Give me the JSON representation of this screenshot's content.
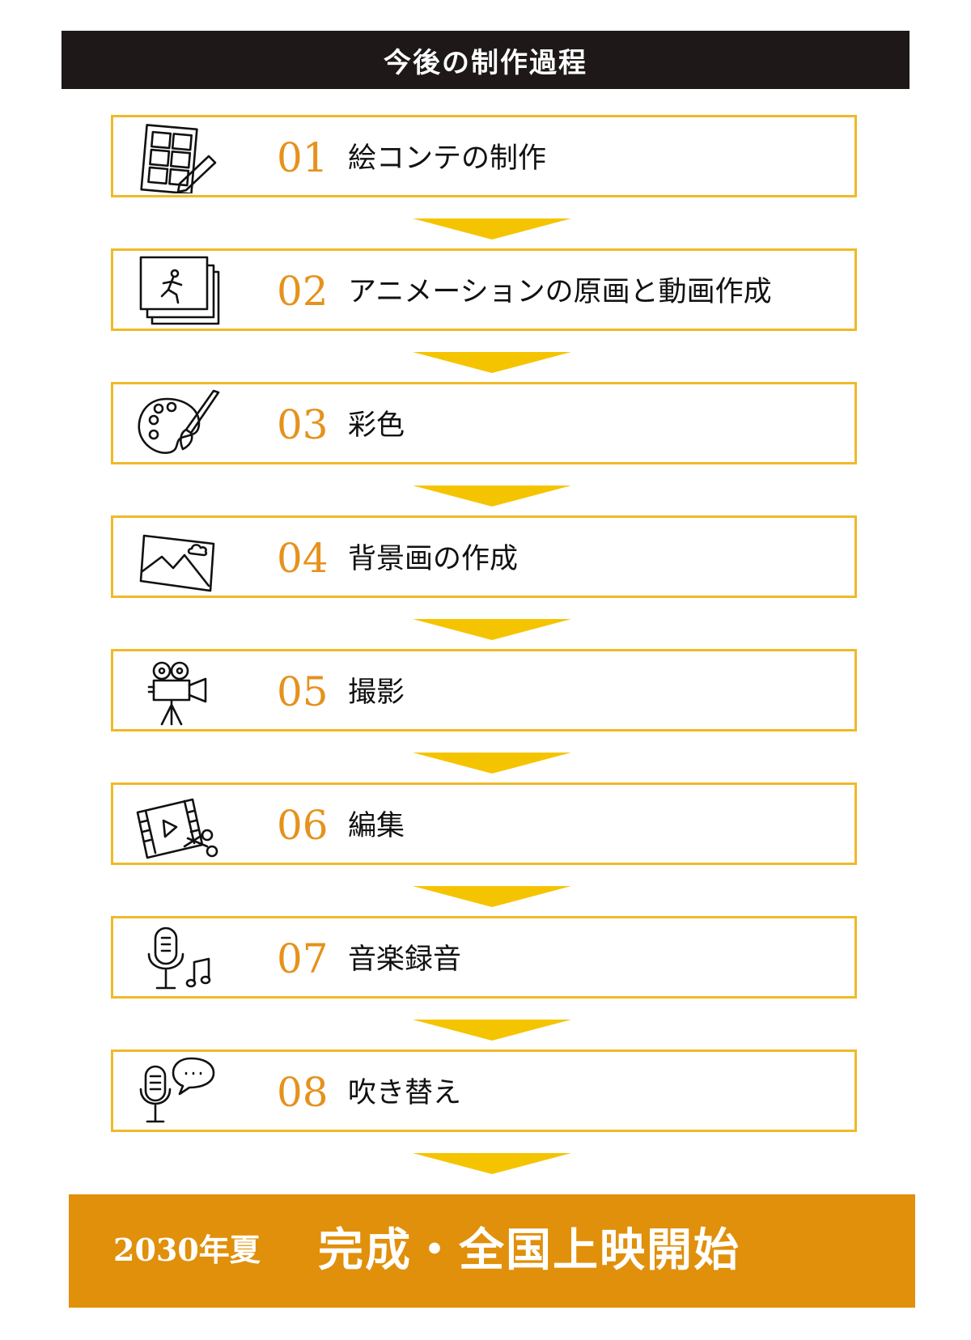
{
  "header": {
    "title": "今後の制作過程"
  },
  "steps": [
    {
      "num": "01",
      "label": "絵コンテの制作",
      "icon": "storyboard-icon"
    },
    {
      "num": "02",
      "label": "アニメーションの原画と動画作成",
      "icon": "animation-frames-icon"
    },
    {
      "num": "03",
      "label": "彩色",
      "icon": "palette-brush-icon"
    },
    {
      "num": "04",
      "label": "背景画の作成",
      "icon": "landscape-picture-icon"
    },
    {
      "num": "05",
      "label": "撮影",
      "icon": "film-camera-icon"
    },
    {
      "num": "06",
      "label": "編集",
      "icon": "film-scissors-icon"
    },
    {
      "num": "07",
      "label": "音楽録音",
      "icon": "microphone-music-icon"
    },
    {
      "num": "08",
      "label": "吹き替え",
      "icon": "microphone-speech-icon"
    }
  ],
  "footer": {
    "season": "2030年夏",
    "headline": "完成・全国上映開始"
  },
  "colors": {
    "header_bg": "#1e1819",
    "border": "#f0b928",
    "number": "#e5921c",
    "arrow": "#f5c400",
    "footer_bg": "#e0900a"
  }
}
